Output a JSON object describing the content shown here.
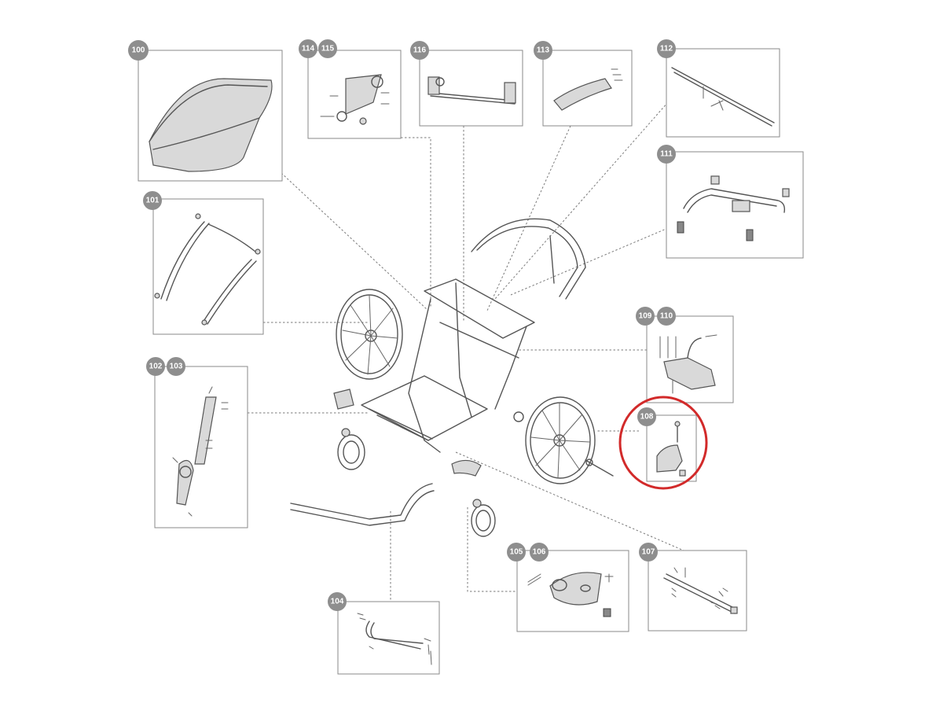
{
  "callouts": [
    {
      "id": "c100",
      "numbers": [
        "100"
      ],
      "part": "canopy-cover"
    },
    {
      "id": "c114",
      "numbers": [
        "114",
        "115"
      ],
      "part": "handle-brake-bracket"
    },
    {
      "id": "c116",
      "numbers": [
        "116"
      ],
      "part": "brake-cable-assembly"
    },
    {
      "id": "c113",
      "numbers": [
        "113"
      ],
      "part": "handlebar-grip"
    },
    {
      "id": "c112",
      "numbers": [
        "112"
      ],
      "part": "axle-rod"
    },
    {
      "id": "c111",
      "numbers": [
        "111"
      ],
      "part": "front-crossbar"
    },
    {
      "id": "c101",
      "numbers": [
        "101"
      ],
      "part": "side-rod"
    },
    {
      "id": "c102",
      "numbers": [
        "102",
        "103"
      ],
      "part": "side-hinge"
    },
    {
      "id": "c109",
      "numbers": [
        "109",
        "110"
      ],
      "part": "mount-bracket"
    },
    {
      "id": "c108",
      "numbers": [
        "108"
      ],
      "part": "latch-block",
      "highlighted": true
    },
    {
      "id": "c105",
      "numbers": [
        "105",
        "106"
      ],
      "part": "hitch-cup"
    },
    {
      "id": "c107",
      "numbers": [
        "107"
      ],
      "part": "rear-axle"
    },
    {
      "id": "c104",
      "numbers": [
        "104"
      ],
      "part": "tow-arm"
    }
  ],
  "colors": {
    "badge": "#8e8e8e",
    "highlight": "#d22a2a",
    "line": "#555555"
  }
}
